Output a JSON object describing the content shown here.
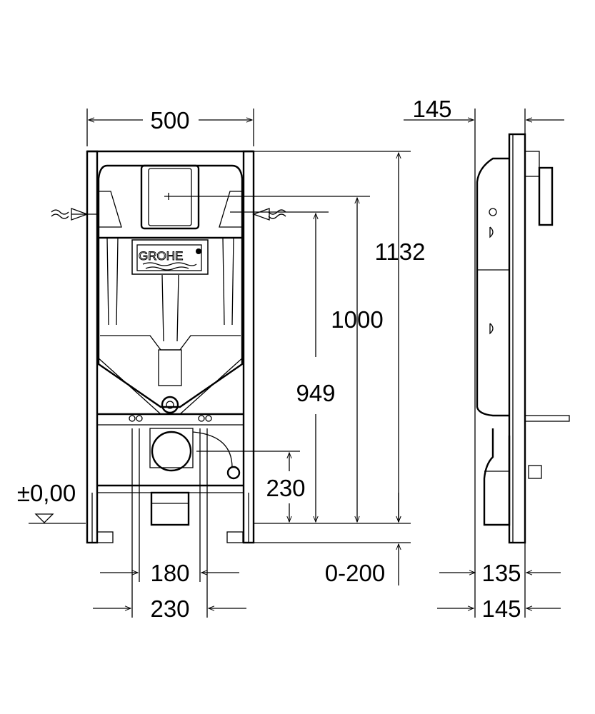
{
  "title": "GROHE installation frame dimension drawing",
  "brand_logo": "GROHE",
  "dimensions": {
    "width_front": "500",
    "height_total": "1132",
    "height_flush": "1000",
    "height_supply": "949",
    "height_drain": "230",
    "floor_level": "±0,00",
    "adjust_range": "0-200",
    "bolt_spacing_inner": "180",
    "bolt_spacing_outer": "230",
    "depth_top": "145",
    "depth_bottom_inner": "135",
    "depth_bottom_outer": "145"
  }
}
